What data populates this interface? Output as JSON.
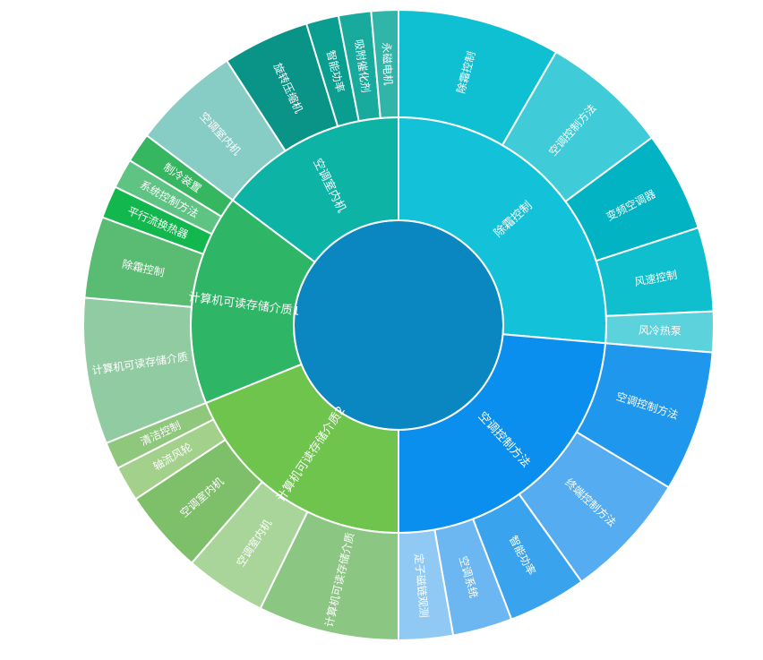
{
  "chart_data": {
    "type": "sunburst",
    "title": "",
    "background": "#ffffff",
    "label_color": "#ffffff",
    "angle_units": "degrees clockwise from 12 o'clock",
    "legend": "none",
    "center": {
      "color": "#0a86c0"
    },
    "levels": [
      {
        "label": "除霜控制",
        "a0": 0,
        "a1": 95,
        "color": "#13c2d8",
        "children": [
          {
            "label": "除霜控制",
            "a0": 0,
            "a1": 30,
            "color": "#0fc0d2"
          },
          {
            "label": "空调控制方法",
            "a0": 30,
            "a1": 53.5,
            "color": "#3fccd8"
          },
          {
            "label": "变频空调器",
            "a0": 53.5,
            "a1": 72,
            "color": "#02b3c4"
          },
          {
            "label": "风速控制",
            "a0": 72,
            "a1": 87.5,
            "color": "#10bfcd"
          },
          {
            "label": "风冷热泵",
            "a0": 87.5,
            "a1": 95,
            "color": "#5cd2dc"
          }
        ]
      },
      {
        "label": "空调控制方法",
        "a0": 95,
        "a1": 180,
        "color": "#0b8fee",
        "children": [
          {
            "label": "空调控制方法",
            "a0": 95,
            "a1": 121,
            "color": "#1f97ed"
          },
          {
            "label": "终端控制方法",
            "a0": 121,
            "a1": 144.5,
            "color": "#55acf0"
          },
          {
            "label": "智能功率",
            "a0": 144.5,
            "a1": 159,
            "color": "#3aa3ee"
          },
          {
            "label": "空调系统",
            "a0": 159,
            "a1": 170,
            "color": "#6cb6f1"
          },
          {
            "label": "定子磁链观测",
            "a0": 170,
            "a1": 180,
            "color": "#8fc9f4"
          }
        ]
      },
      {
        "label": "计算机可读存储介质2",
        "a0": 180,
        "a1": 248,
        "color": "#6ec44d",
        "children": [
          {
            "label": "计算机可读存储介质",
            "a0": 180,
            "a1": 206,
            "color": "#8bc682"
          },
          {
            "label": "空调室内机",
            "a0": 206,
            "a1": 221,
            "color": "#a9d59a"
          },
          {
            "label": "空调室内机",
            "a0": 221,
            "a1": 236.5,
            "color": "#7ebf6a"
          },
          {
            "label": "轴流风轮",
            "a0": 236.5,
            "a1": 243,
            "color": "#a3d18c"
          },
          {
            "label": "清洁控制",
            "a0": 243,
            "a1": 248,
            "color": "#8fc87d"
          }
        ]
      },
      {
        "label": "计算机可读存储介质1",
        "a0": 248,
        "a1": 307,
        "color": "#2eb566",
        "children": [
          {
            "label": "计算机可读存储介质",
            "a0": 248,
            "a1": 275,
            "color": "#90cba2"
          },
          {
            "label": "除霜控制",
            "a0": 275,
            "a1": 290,
            "color": "#5abc72"
          },
          {
            "label": "平行流换热器",
            "a0": 290,
            "a1": 296,
            "color": "#12b84d"
          },
          {
            "label": "系统控制方法",
            "a0": 296,
            "a1": 301.5,
            "color": "#5fc384"
          },
          {
            "label": "制冷装置",
            "a0": 301.5,
            "a1": 307,
            "color": "#36b660"
          }
        ]
      },
      {
        "label": "空调室内机",
        "a0": 307,
        "a1": 360,
        "color": "#0db4a5",
        "children": [
          {
            "label": "空调室内机",
            "a0": 307,
            "a1": 327,
            "color": "#87cdc5"
          },
          {
            "label": "旋转压缩机",
            "a0": 327,
            "a1": 343,
            "color": "#0a9488"
          },
          {
            "label": "智能功率",
            "a0": 343,
            "a1": 349,
            "color": "#0a9e90"
          },
          {
            "label": "吸附催化剂",
            "a0": 349,
            "a1": 355,
            "color": "#18aa9c"
          },
          {
            "label": "永磁电机",
            "a0": 355,
            "a1": 360,
            "color": "#30b5a9"
          }
        ]
      }
    ]
  }
}
